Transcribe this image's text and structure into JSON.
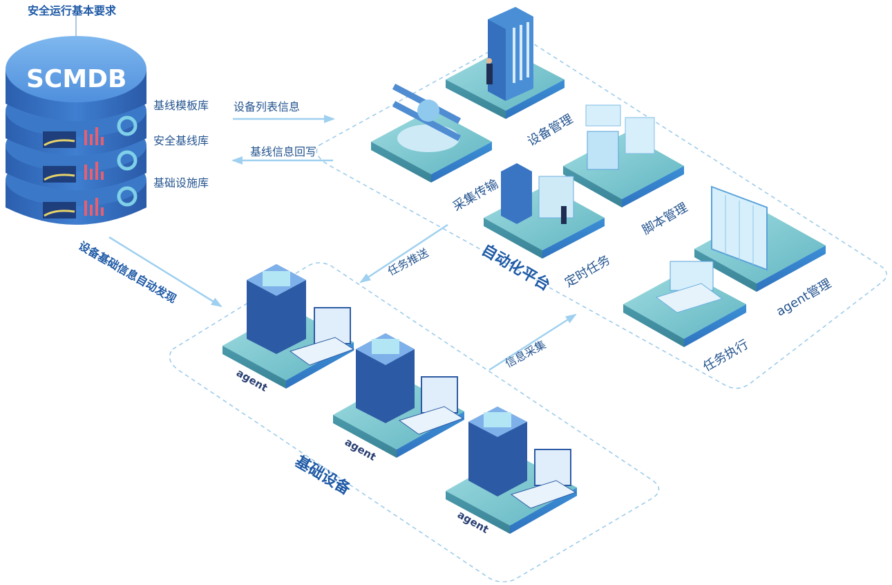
{
  "scmdb": {
    "title": "安全运行基本要求",
    "name": "SCMDB",
    "libraries": [
      "基线模板库",
      "安全基线库",
      "基础设施库"
    ]
  },
  "flows": {
    "device_list": "设备列表信息",
    "baseline_writeback": "基线信息回写",
    "auto_discovery": "设备基础信息自动发现",
    "task_push": "任务推送",
    "info_collect": "信息采集"
  },
  "platform": {
    "title": "自动化平台",
    "nodes": {
      "collect": "采集传输",
      "device": "设备管理",
      "script": "脚本管理",
      "timer": "定时任务",
      "agent_mgmt": "agent管理",
      "task_exec": "任务执行"
    }
  },
  "infrastructure": {
    "title": "基础设备",
    "agents": [
      "agent",
      "agent",
      "agent"
    ]
  },
  "colors": {
    "primary_blue": "#1f5aa6",
    "label_blue": "#24548f",
    "teal_platform": "#5fb5bd",
    "dashed_border": "#9ccbea",
    "arrow": "#9fd0f0"
  }
}
